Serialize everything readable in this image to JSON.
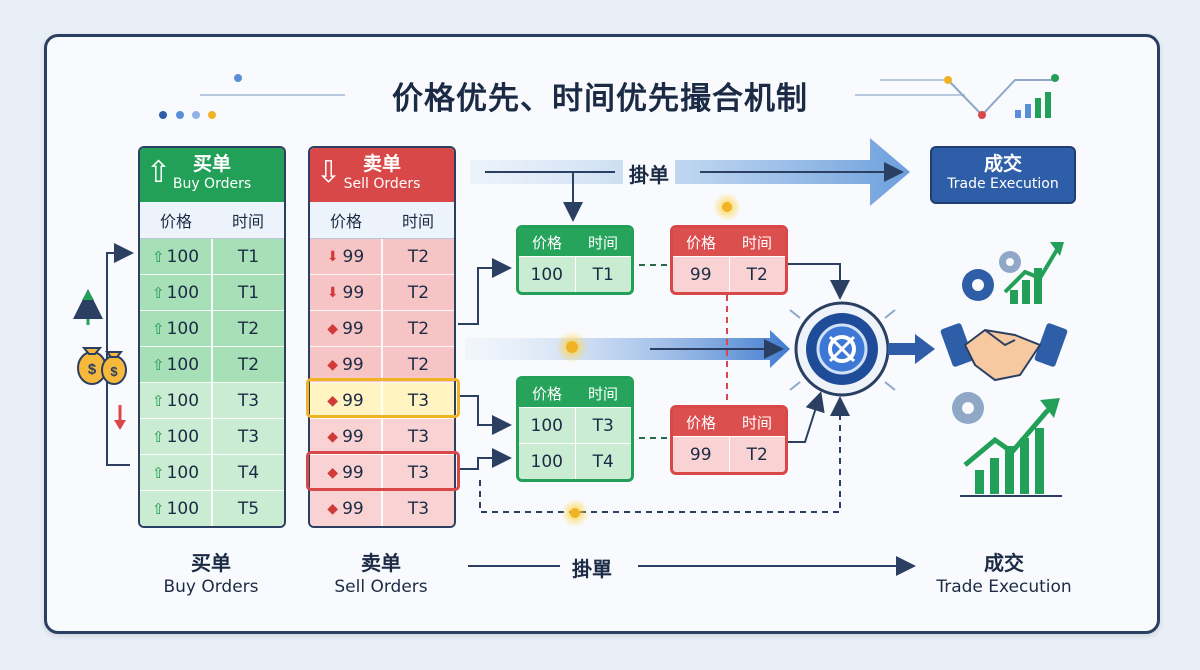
{
  "title": "价格优先、时间优先撮合机制",
  "buy_panel": {
    "title_zh": "买单",
    "title_en": "Buy Orders",
    "col_price": "价格",
    "col_time": "时间",
    "rows": [
      {
        "price": "100",
        "time": "T1"
      },
      {
        "price": "100",
        "time": "T1"
      },
      {
        "price": "100",
        "time": "T2"
      },
      {
        "price": "100",
        "time": "T2"
      },
      {
        "price": "100",
        "time": "T3"
      },
      {
        "price": "100",
        "time": "T3"
      },
      {
        "price": "100",
        "time": "T4"
      },
      {
        "price": "100",
        "time": "T5"
      }
    ]
  },
  "sell_panel": {
    "title_zh": "卖单",
    "title_en": "Sell Orders",
    "col_price": "价格",
    "col_time": "时间",
    "rows": [
      {
        "price": "99",
        "time": "T2"
      },
      {
        "price": "99",
        "time": "T2"
      },
      {
        "price": "99",
        "time": "T2"
      },
      {
        "price": "99",
        "time": "T2"
      },
      {
        "price": "99",
        "time": "T3"
      },
      {
        "price": "99",
        "time": "T3"
      },
      {
        "price": "99",
        "time": "T3"
      },
      {
        "price": "99",
        "time": "T3"
      }
    ]
  },
  "pending_label": "掛单",
  "trade_box": {
    "zh": "成交",
    "en": "Trade Execution"
  },
  "mini_buy_top": {
    "col_price": "价格",
    "col_time": "时间",
    "rows": [
      {
        "price": "100",
        "time": "T1"
      }
    ]
  },
  "mini_sell_top": {
    "col_price": "价格",
    "col_time": "时间",
    "rows": [
      {
        "price": "99",
        "time": "T2"
      }
    ]
  },
  "mini_buy_bottom": {
    "col_price": "价格",
    "col_time": "时间",
    "rows": [
      {
        "price": "100",
        "time": "T3"
      },
      {
        "price": "100",
        "time": "T4"
      }
    ]
  },
  "mini_sell_bottom": {
    "col_price": "价格",
    "col_time": "时间",
    "rows": [
      {
        "price": "99",
        "time": "T2"
      }
    ]
  },
  "footer": {
    "buy_zh": "买单",
    "buy_en": "Buy Orders",
    "sell_zh": "卖单",
    "sell_en": "Sell Orders",
    "pending": "掛單",
    "trade_zh": "成交",
    "trade_en": "Trade Execution"
  },
  "money_icon_label": "$",
  "colors": {
    "buy": "#23a058",
    "sell": "#d84848",
    "accent": "#2f5ea8",
    "highlight": "#f0b323"
  }
}
